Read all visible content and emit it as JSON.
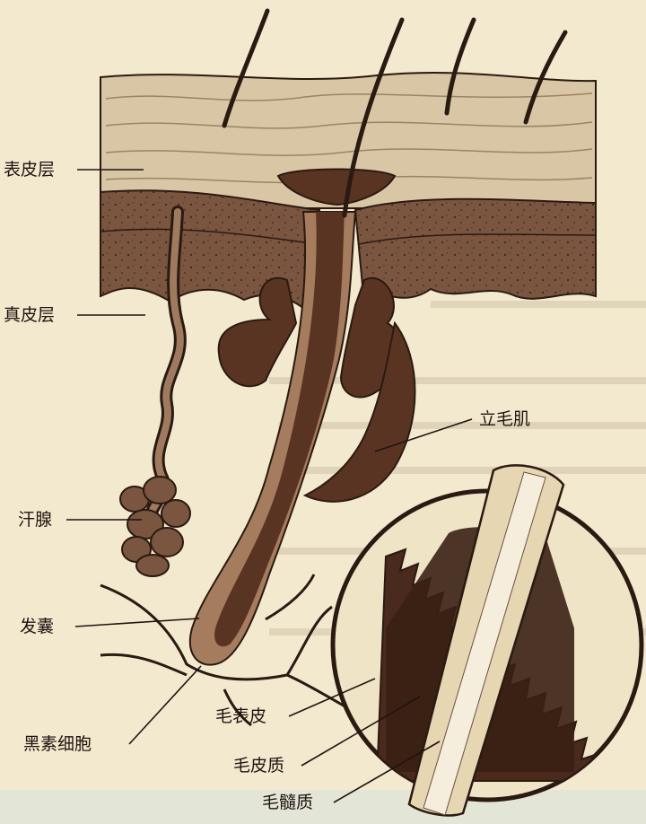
{
  "labels": {
    "epidermis": "表皮层",
    "dermis": "真皮层",
    "sweat_gland": "汗腺",
    "hair_follicle": "发囊",
    "melanocyte": "黑素细胞",
    "arrector_pili": "立毛肌",
    "cuticle": "毛表皮",
    "cortex": "毛皮质",
    "medulla": "毛髓质"
  },
  "colors": {
    "paper": "#f3e9cf",
    "epidermis_fill": "#d8c6a4",
    "dermis_fill": "#7a5540",
    "dark_tissue": "#5a3422",
    "outline": "#2a1a12"
  }
}
